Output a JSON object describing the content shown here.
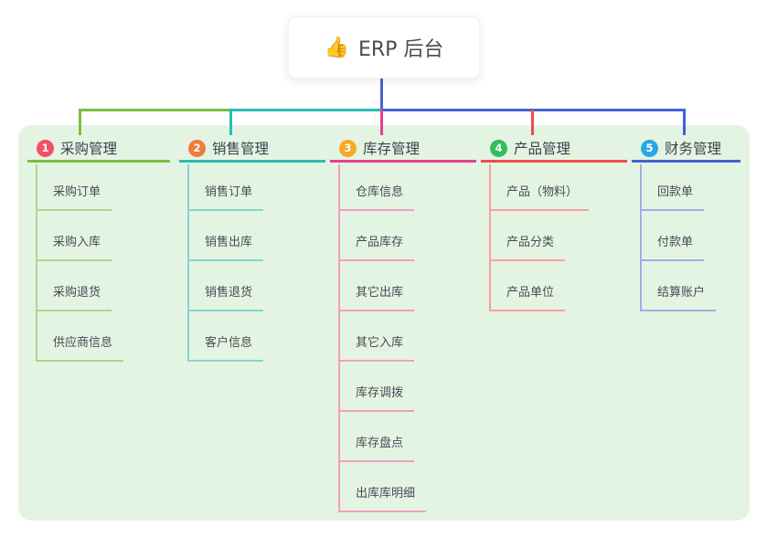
{
  "root": {
    "icon": "👍",
    "label": "ERP 后台"
  },
  "colors": {
    "panel": "#e4f4e2",
    "stem": "#4a63d1"
  },
  "branches": [
    {
      "num": "1",
      "label": "采购管理",
      "color": "#7cbe3f",
      "light": "#abd78e",
      "badge": "#f25163",
      "children": [
        "采购订单",
        "采购入库",
        "采购退货",
        "供应商信息"
      ]
    },
    {
      "num": "2",
      "label": "销售管理",
      "color": "#2abcb4",
      "light": "#82d6cf",
      "badge": "#f07c3c",
      "children": [
        "销售订单",
        "销售出库",
        "销售退货",
        "客户信息"
      ]
    },
    {
      "num": "3",
      "label": "库存管理",
      "color": "#ea3f8f",
      "light": "#f49dc4",
      "badge": "#f8a727",
      "children": [
        "仓库信息",
        "产品库存",
        "其它出库",
        "其它入库",
        "库存调拨",
        "库存盘点",
        "出库库明细"
      ]
    },
    {
      "num": "4",
      "label": "产品管理",
      "color": "#f4494f",
      "light": "#f9a0a2",
      "badge": "#31bf5b",
      "children": [
        "产品（物料）",
        "产品分类",
        "产品单位"
      ]
    },
    {
      "num": "5",
      "label": "财务管理",
      "color": "#4263d3",
      "light": "#9dafe4",
      "badge": "#2ba7e3",
      "children": [
        "回款单",
        "付款单",
        "结算账户"
      ]
    }
  ]
}
